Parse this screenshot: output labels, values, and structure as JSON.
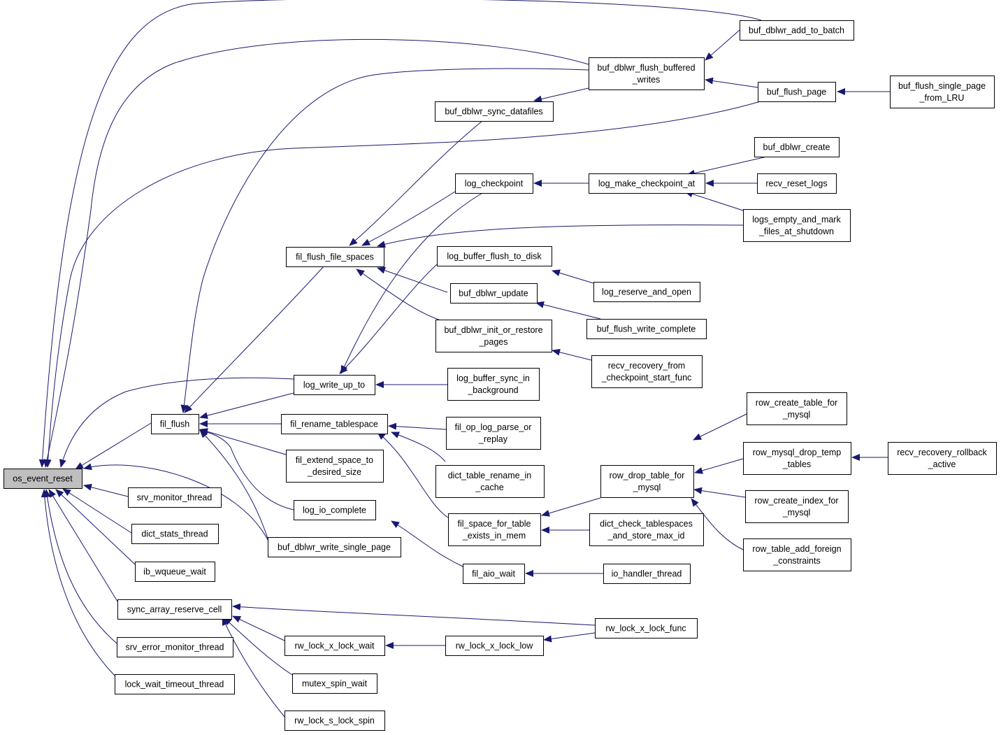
{
  "graph": {
    "edge_color": "#191970",
    "root_fill": "#bfbfbf",
    "nodes": [
      {
        "id": "os_event_reset",
        "lines": [
          "os_event_reset"
        ],
        "root": true
      },
      {
        "id": "buf_dblwr_add_to_batch",
        "lines": [
          "buf_dblwr_add_to_batch"
        ]
      },
      {
        "id": "buf_dblwr_flush_buffered_writes",
        "lines": [
          "buf_dblwr_flush_buffered",
          "_writes"
        ]
      },
      {
        "id": "buf_flush_page",
        "lines": [
          "buf_flush_page"
        ]
      },
      {
        "id": "buf_flush_single_page_from_LRU",
        "lines": [
          "buf_flush_single_page",
          "_from_LRU"
        ]
      },
      {
        "id": "buf_dblwr_sync_datafiles",
        "lines": [
          "buf_dblwr_sync_datafiles"
        ]
      },
      {
        "id": "buf_dblwr_create",
        "lines": [
          "buf_dblwr_create"
        ]
      },
      {
        "id": "log_checkpoint",
        "lines": [
          "log_checkpoint"
        ]
      },
      {
        "id": "log_make_checkpoint_at",
        "lines": [
          "log_make_checkpoint_at"
        ]
      },
      {
        "id": "recv_reset_logs",
        "lines": [
          "recv_reset_logs"
        ]
      },
      {
        "id": "logs_empty_and_mark_files_at_shutdown",
        "lines": [
          "logs_empty_and_mark",
          "_files_at_shutdown"
        ]
      },
      {
        "id": "fil_flush_file_spaces",
        "lines": [
          "fil_flush_file_spaces"
        ]
      },
      {
        "id": "log_buffer_flush_to_disk",
        "lines": [
          "log_buffer_flush_to_disk"
        ]
      },
      {
        "id": "log_reserve_and_open",
        "lines": [
          "log_reserve_and_open"
        ]
      },
      {
        "id": "buf_dblwr_update",
        "lines": [
          "buf_dblwr_update"
        ]
      },
      {
        "id": "buf_flush_write_complete",
        "lines": [
          "buf_flush_write_complete"
        ]
      },
      {
        "id": "buf_dblwr_init_or_restore_pages",
        "lines": [
          "buf_dblwr_init_or_restore",
          "_pages"
        ]
      },
      {
        "id": "recv_recovery_from_checkpoint_start_func",
        "lines": [
          "recv_recovery_from",
          "_checkpoint_start_func"
        ]
      },
      {
        "id": "log_write_up_to",
        "lines": [
          "log_write_up_to"
        ]
      },
      {
        "id": "log_buffer_sync_in_background",
        "lines": [
          "log_buffer_sync_in",
          "_background"
        ]
      },
      {
        "id": "fil_flush",
        "lines": [
          "fil_flush"
        ]
      },
      {
        "id": "fil_rename_tablespace",
        "lines": [
          "fil_rename_tablespace"
        ]
      },
      {
        "id": "fil_op_log_parse_or_replay",
        "lines": [
          "fil_op_log_parse_or",
          "_replay"
        ]
      },
      {
        "id": "row_create_table_for_mysql",
        "lines": [
          "row_create_table_for",
          "_mysql"
        ]
      },
      {
        "id": "fil_extend_space_to_desired_size",
        "lines": [
          "fil_extend_space_to",
          "_desired_size"
        ]
      },
      {
        "id": "dict_table_rename_in_cache",
        "lines": [
          "dict_table_rename_in",
          "_cache"
        ]
      },
      {
        "id": "row_drop_table_for_mysql",
        "lines": [
          "row_drop_table_for",
          "_mysql"
        ]
      },
      {
        "id": "row_mysql_drop_temp_tables",
        "lines": [
          "row_mysql_drop_temp",
          "_tables"
        ]
      },
      {
        "id": "recv_recovery_rollback_active",
        "lines": [
          "recv_recovery_rollback",
          "_active"
        ]
      },
      {
        "id": "srv_monitor_thread",
        "lines": [
          "srv_monitor_thread"
        ]
      },
      {
        "id": "log_io_complete",
        "lines": [
          "log_io_complete"
        ]
      },
      {
        "id": "row_create_index_for_mysql",
        "lines": [
          "row_create_index_for",
          "_mysql"
        ]
      },
      {
        "id": "fil_space_for_table_exists_in_mem",
        "lines": [
          "fil_space_for_table",
          "_exists_in_mem"
        ]
      },
      {
        "id": "dict_check_tablespaces_and_store_max_id",
        "lines": [
          "dict_check_tablespaces",
          "_and_store_max_id"
        ]
      },
      {
        "id": "dict_stats_thread",
        "lines": [
          "dict_stats_thread"
        ]
      },
      {
        "id": "buf_dblwr_write_single_page",
        "lines": [
          "buf_dblwr_write_single_page"
        ]
      },
      {
        "id": "row_table_add_foreign_constraints",
        "lines": [
          "row_table_add_foreign",
          "_constraints"
        ]
      },
      {
        "id": "ib_wqueue_wait",
        "lines": [
          "ib_wqueue_wait"
        ]
      },
      {
        "id": "fil_aio_wait",
        "lines": [
          "fil_aio_wait"
        ]
      },
      {
        "id": "io_handler_thread",
        "lines": [
          "io_handler_thread"
        ]
      },
      {
        "id": "sync_array_reserve_cell",
        "lines": [
          "sync_array_reserve_cell"
        ]
      },
      {
        "id": "rw_lock_x_lock_func",
        "lines": [
          "rw_lock_x_lock_func"
        ]
      },
      {
        "id": "rw_lock_x_lock_wait",
        "lines": [
          "rw_lock_x_lock_wait"
        ]
      },
      {
        "id": "rw_lock_x_lock_low",
        "lines": [
          "rw_lock_x_lock_low"
        ]
      },
      {
        "id": "srv_error_monitor_thread",
        "lines": [
          "srv_error_monitor_thread"
        ]
      },
      {
        "id": "mutex_spin_wait",
        "lines": [
          "mutex_spin_wait"
        ]
      },
      {
        "id": "lock_wait_timeout_thread",
        "lines": [
          "lock_wait_timeout_thread"
        ]
      },
      {
        "id": "rw_lock_s_lock_spin",
        "lines": [
          "rw_lock_s_lock_spin"
        ]
      }
    ]
  }
}
